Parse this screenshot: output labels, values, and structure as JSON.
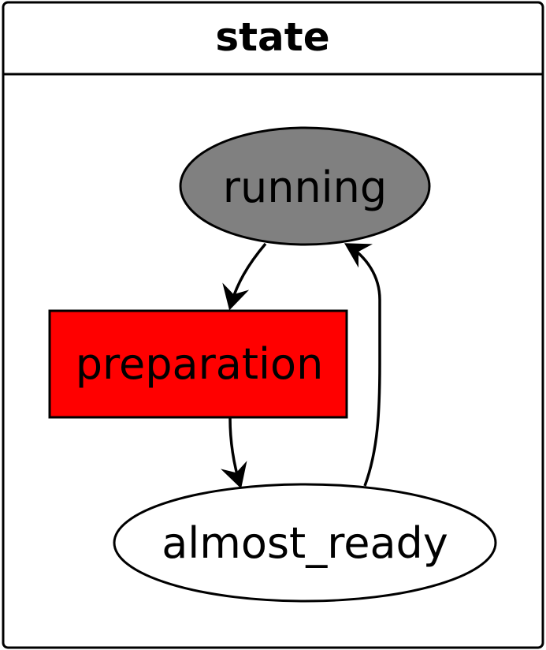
{
  "diagram": {
    "title": "state",
    "nodes": {
      "running": {
        "label": "running",
        "shape": "ellipse",
        "fill": "#808080"
      },
      "preparation": {
        "label": "preparation",
        "shape": "rectangle",
        "fill": "#ff0000"
      },
      "almost_ready": {
        "label": "almost_ready",
        "shape": "ellipse",
        "fill": "#ffffff"
      }
    },
    "edges": [
      {
        "from": "running",
        "to": "preparation"
      },
      {
        "from": "preparation",
        "to": "almost_ready"
      },
      {
        "from": "almost_ready",
        "to": "running"
      }
    ]
  }
}
